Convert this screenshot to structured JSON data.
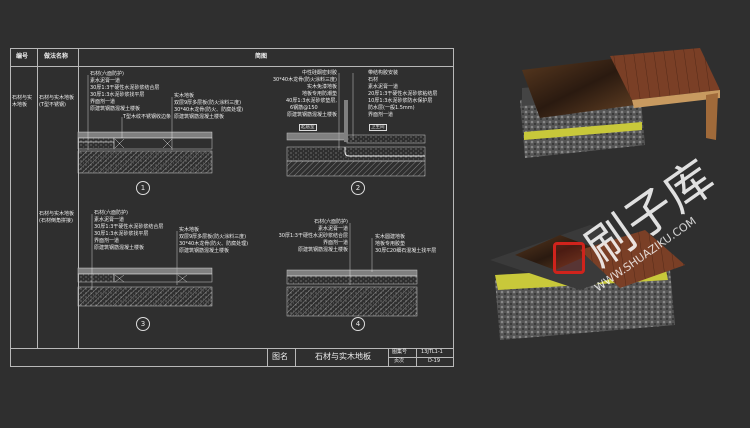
{
  "table": {
    "headers": {
      "number": "编号",
      "method_name": "做法名称",
      "diagram": "简图"
    },
    "rows": [
      {
        "number": "石材与实木地板",
        "method_name": "石材与实木地板(T型不锈钢)"
      },
      {
        "number": "",
        "method_name": "石材与实木地板(石材倒角拼接)"
      }
    ]
  },
  "details": [
    {
      "id": "1",
      "left_labels": [
        "石材(六面防护)",
        "素水泥膏一道",
        "30厚1:3干硬性水泥砂浆结合层",
        "30厚1:3水泥砂浆找平层",
        "界面剂一道",
        "原建筑钢筋混凝土楼板"
      ],
      "note": "T型木纹不锈钢收边条",
      "right_labels": [
        "实木地板",
        "双层9厚多层板(防火涂料三度)",
        "30*40木龙骨(防火、防腐处理)",
        "原建筑钢筋混凝土楼板"
      ]
    },
    {
      "id": "2",
      "left_labels": [
        "中性硅酮密封胶",
        "30*40木龙骨(防火涂料三度)",
        "实木免漆地板",
        "地板专用防潮垫",
        "40厚1:3水泥砂浆垫层,",
        "                      6钢筋@150",
        "原建筑钢筋混凝土楼板"
      ],
      "right_labels": [
        "带结构胶安装",
        "石材",
        "素水泥膏一道",
        "20厚1:3干硬性水泥砂浆粘结层",
        "10厚1:3水泥砂浆防水保护层",
        "防水层(一般1.5mm)",
        "界面剂一道"
      ],
      "tags": [
        "起居室",
        "卫生间"
      ]
    },
    {
      "id": "3",
      "left_labels": [
        "石材(六面防护)",
        "素水泥膏一道",
        "30厚1:3干硬性水泥砂浆结合层",
        "30厚1:3水泥砂浆找平层",
        "界面剂一道",
        "原建筑钢筋混凝土楼板"
      ],
      "right_labels": [
        "实木地板",
        "双层9厚多层板(防火涂料三度)",
        "30*40木龙骨(防火、防腐处理)",
        "原建筑钢筋混凝土楼板"
      ]
    },
    {
      "id": "4",
      "left_labels": [
        "石材(六面防护)",
        "素水泥膏一道",
        "30厚1:3干硬性水泥砂浆结合层",
        "界面剂一道",
        "原建筑钢筋混凝土楼板"
      ],
      "right_labels": [
        "实木圆建地板",
        "地板专用胶垫",
        "30厚C20细石混凝土找平层"
      ]
    }
  ],
  "title_block": {
    "name_label": "图名",
    "name": "石材与实木地板",
    "atlas_label": "图集号",
    "atlas": "13JTL1-1",
    "page_label": "页次",
    "page": "D-19"
  },
  "watermark": {
    "brand": "刷子库",
    "url": "WWW.SHUAZIKU.COM",
    "logo_color": "#d0231c"
  },
  "colors": {
    "background": "#2f2f2f",
    "lines": "#b8b8b8",
    "stone": "#3a2a1e",
    "wood": "#7a3f26",
    "waterproof": "#c8c83a"
  }
}
